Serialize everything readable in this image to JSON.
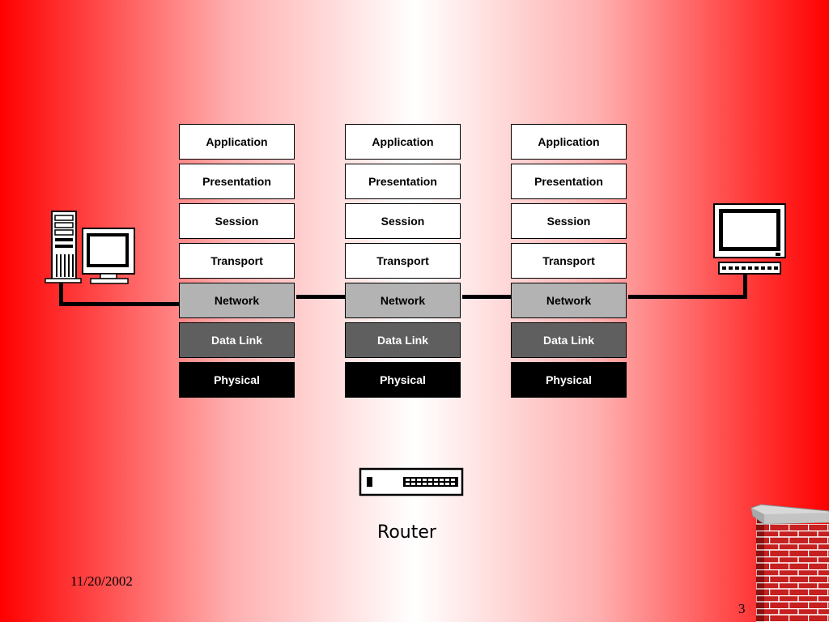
{
  "stacks": [
    {
      "layers": [
        "Application",
        "Presentation",
        "Session",
        "Transport",
        "Network",
        "Data Link",
        "Physical"
      ]
    },
    {
      "layers": [
        "Application",
        "Presentation",
        "Session",
        "Transport",
        "Network",
        "Data Link",
        "Physical"
      ]
    },
    {
      "layers": [
        "Application",
        "Presentation",
        "Session",
        "Transport",
        "Network",
        "Data Link",
        "Physical"
      ]
    }
  ],
  "router": {
    "label": "Router",
    "icon": "router-icon"
  },
  "devices": {
    "left": "desktop-computer-icon",
    "right": "terminal-computer-icon",
    "corner": "firewall-brick-wall-icon"
  },
  "footer": {
    "date": "11/20/2002",
    "page_number": "3"
  },
  "colors": {
    "background_edge": "#ff0000",
    "background_center": "#ffffff",
    "network_layer": "#b3b3b3",
    "datalink_layer": "#5f5f5f",
    "physical_layer": "#000000"
  }
}
